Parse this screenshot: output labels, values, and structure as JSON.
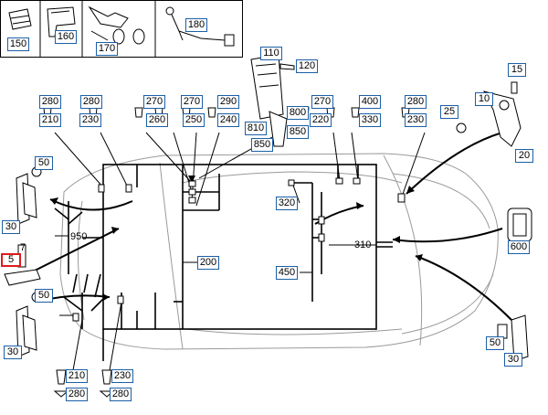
{
  "colors": {
    "callout_border": "#1b5fa6",
    "selected_border": "#e01b1b",
    "wire": "#000000",
    "outline": "#9a9a9a"
  },
  "header_thumbnails": [
    "150",
    "160",
    "170",
    "180"
  ],
  "callouts": {
    "c150": "150",
    "c160": "160",
    "c170": "170",
    "c180": "180",
    "c110": "110",
    "c120": "120",
    "c15": "15",
    "c10": "10",
    "c20_r": "20",
    "c25": "25",
    "c280_a": "280",
    "c280_b": "280",
    "c210_a": "210",
    "c230_a": "230",
    "c270_a": "270",
    "c270_b": "270",
    "c290": "290",
    "c260": "260",
    "c250": "250",
    "c240": "240",
    "c800": "800",
    "c810": "810",
    "c850": "850",
    "c850b": "850",
    "c270_c": "270",
    "c400": "400",
    "c220": "220",
    "c330": "330",
    "c280_c": "280",
    "c230_c": "230",
    "c50_a": "50",
    "c30_a": "30",
    "c5": "5",
    "c50_b": "50",
    "c30_b": "30",
    "c320": "320",
    "c450": "450",
    "c200": "200",
    "c600": "600",
    "c210_b": "210",
    "c230_b": "230",
    "c280_d": "280",
    "c280_e": "280",
    "c50_c": "50",
    "c30_c": "30"
  },
  "plain_labels": {
    "l950": "950",
    "l310": "310",
    "l7": "7"
  },
  "selected_callout": "5"
}
